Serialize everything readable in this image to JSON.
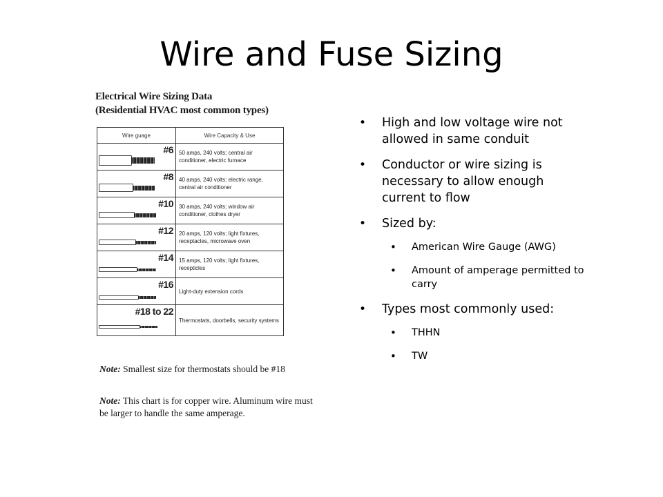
{
  "title": "Wire and Fuse Sizing",
  "figure": {
    "title_line1": "Electrical Wire Sizing Data",
    "title_line2": "(Residential HVAC most common types)",
    "header_gauge": "Wire guage",
    "header_use": "Wire Capacity & Use",
    "rows": [
      {
        "gauge": "#6",
        "use": "50 amps, 240 volts; central air conditioner, electric furnace"
      },
      {
        "gauge": "#8",
        "use": "40 amps, 240 volts; electric range, central air conditioner"
      },
      {
        "gauge": "#10",
        "use": "30 amps, 240 volts; window air conditioner, clothes dryer"
      },
      {
        "gauge": "#12",
        "use": "20 amps, 120 volts; light fixtures, receptacles, microwave oven"
      },
      {
        "gauge": "#14",
        "use": "15 amps, 120 volts; light fixtures, recepticles"
      },
      {
        "gauge": "#16",
        "use": "Light-duty extension cords"
      },
      {
        "gauge": "#18 to 22",
        "use": "Thermostats, doorbells, security systems"
      }
    ],
    "note1_label": "Note:",
    "note1_text": "Smallest size for thermostats should be #18",
    "note2_label": "Note:",
    "note2_text": "This chart is for copper wire.  Aluminum wire must be larger to handle the same amperage."
  },
  "bullets": [
    {
      "level": 1,
      "text": "High and low voltage wire not allowed in same conduit"
    },
    {
      "level": 1,
      "text": "Conductor or wire sizing is necessary to allow enough current to flow"
    },
    {
      "level": 1,
      "text": "Sized by:"
    },
    {
      "level": 2,
      "text": "American Wire Gauge (AWG)"
    },
    {
      "level": 2,
      "text": "Amount of amperage permitted to carry"
    },
    {
      "level": 1,
      "text": "Types most commonly used:"
    },
    {
      "level": 2,
      "text": "THHN"
    },
    {
      "level": 2,
      "text": "TW"
    }
  ]
}
